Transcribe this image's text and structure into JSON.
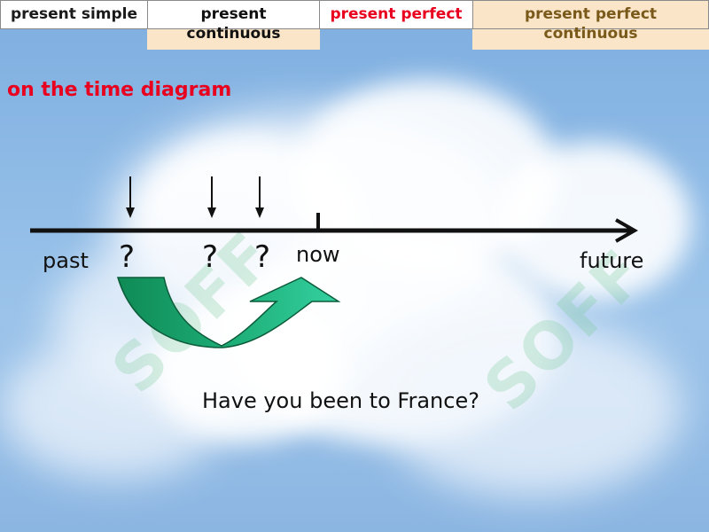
{
  "tabs": [
    {
      "id": "present-simple",
      "label": "present simple",
      "color": "#1a1a1a"
    },
    {
      "id": "present-continuous",
      "line1": "present",
      "line2": "continuous",
      "color": "#111111"
    },
    {
      "id": "present-perfect",
      "label": "present perfect",
      "color": "#e8001e"
    },
    {
      "id": "present-perfect-continuous",
      "line1": "present perfect",
      "line2": "continuous",
      "color": "#7a5a1a"
    }
  ],
  "heading": "on the time diagram",
  "watermark": "SOFF",
  "timeline": {
    "past_label": "past",
    "now_label": "now",
    "future_label": "future",
    "question_marks": [
      "?",
      "?",
      "?"
    ]
  },
  "sentence": "Have you been to France?",
  "colors": {
    "accent_red": "#e8001e",
    "arrow_green_dark": "#0f8a55",
    "arrow_green_light": "#34d0a0"
  }
}
